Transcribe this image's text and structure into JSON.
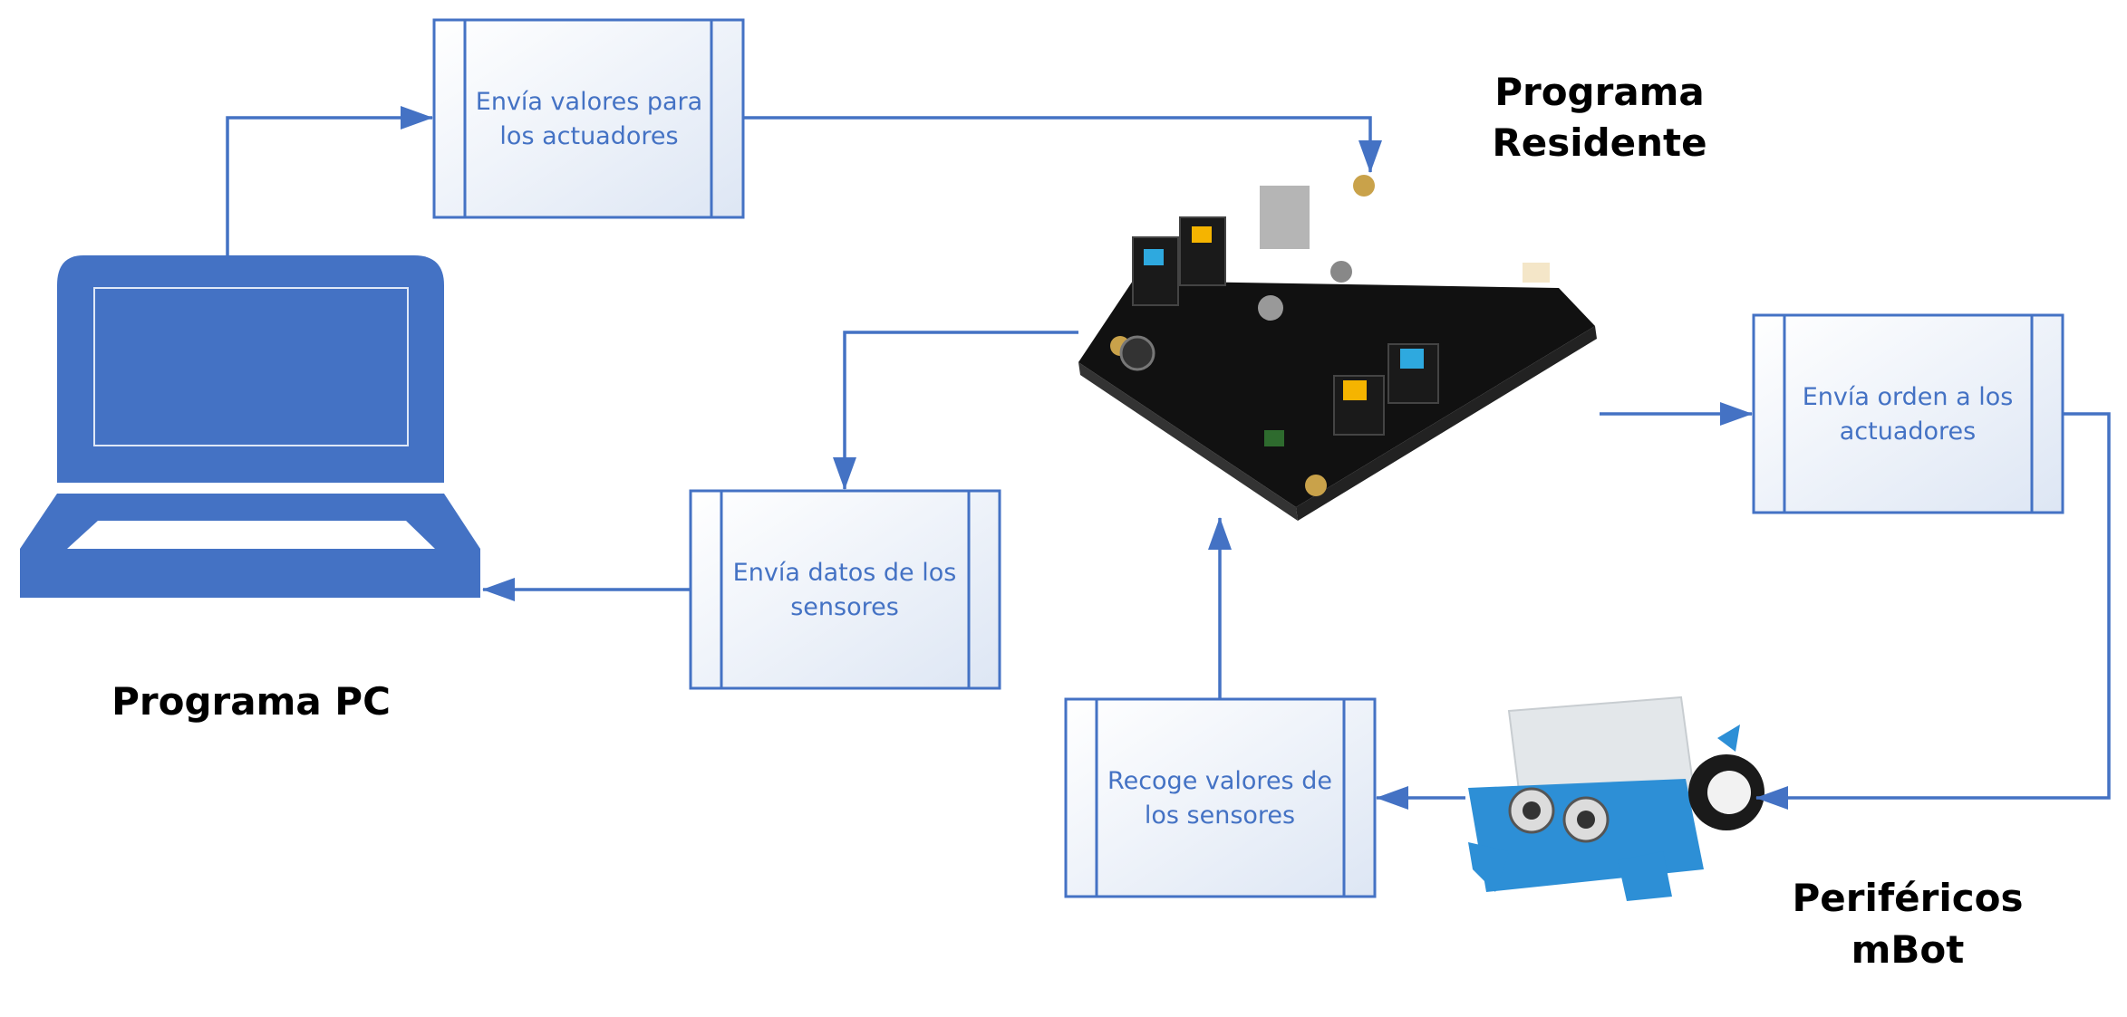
{
  "colors": {
    "accent": "#4472C4",
    "box_fill_top": "#ffffff",
    "box_fill_bottom": "#dde6f4",
    "text": "#000000"
  },
  "labels": {
    "pc": "Programa PC",
    "resident": [
      "Programa",
      "Residente"
    ],
    "peripherals": [
      "Periféricos",
      "mBot"
    ]
  },
  "processes": {
    "send_actuator_values": [
      "Envía valores para",
      "los actuadores"
    ],
    "send_sensor_data": [
      "Envía datos de los",
      "sensores"
    ],
    "send_order_actuators": [
      "Envía orden a los",
      "actuadores"
    ],
    "collect_sensor_values": [
      "Recoge valores de",
      "los sensores"
    ]
  },
  "icons": {
    "pc": "laptop-icon",
    "board": "mcore-board-icon",
    "robot": "mbot-robot-icon"
  }
}
